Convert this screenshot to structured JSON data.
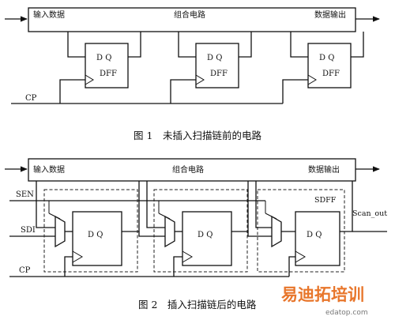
{
  "fig1": {
    "input_label": "输入数据",
    "logic_label": "组合电路",
    "output_label": "数据输出",
    "dq_label": "D Q",
    "dff_label": "DFF",
    "clock_label": "CP",
    "caption": "图 1　未插入扫描链前的电路"
  },
  "fig2": {
    "input_label": "输入数据",
    "logic_label": "组合电路",
    "output_label": "数据输出",
    "dq_label": "D Q",
    "sen_label": "SEN",
    "sdi_label": "SDI",
    "clock_label": "CP",
    "sdff_label": "SDFF",
    "scan_out_label": "Scan_out",
    "caption": "图 2　插入扫描链后的电路"
  },
  "watermark": {
    "brand": "易迪拓培训",
    "sub": "edatop.com"
  }
}
